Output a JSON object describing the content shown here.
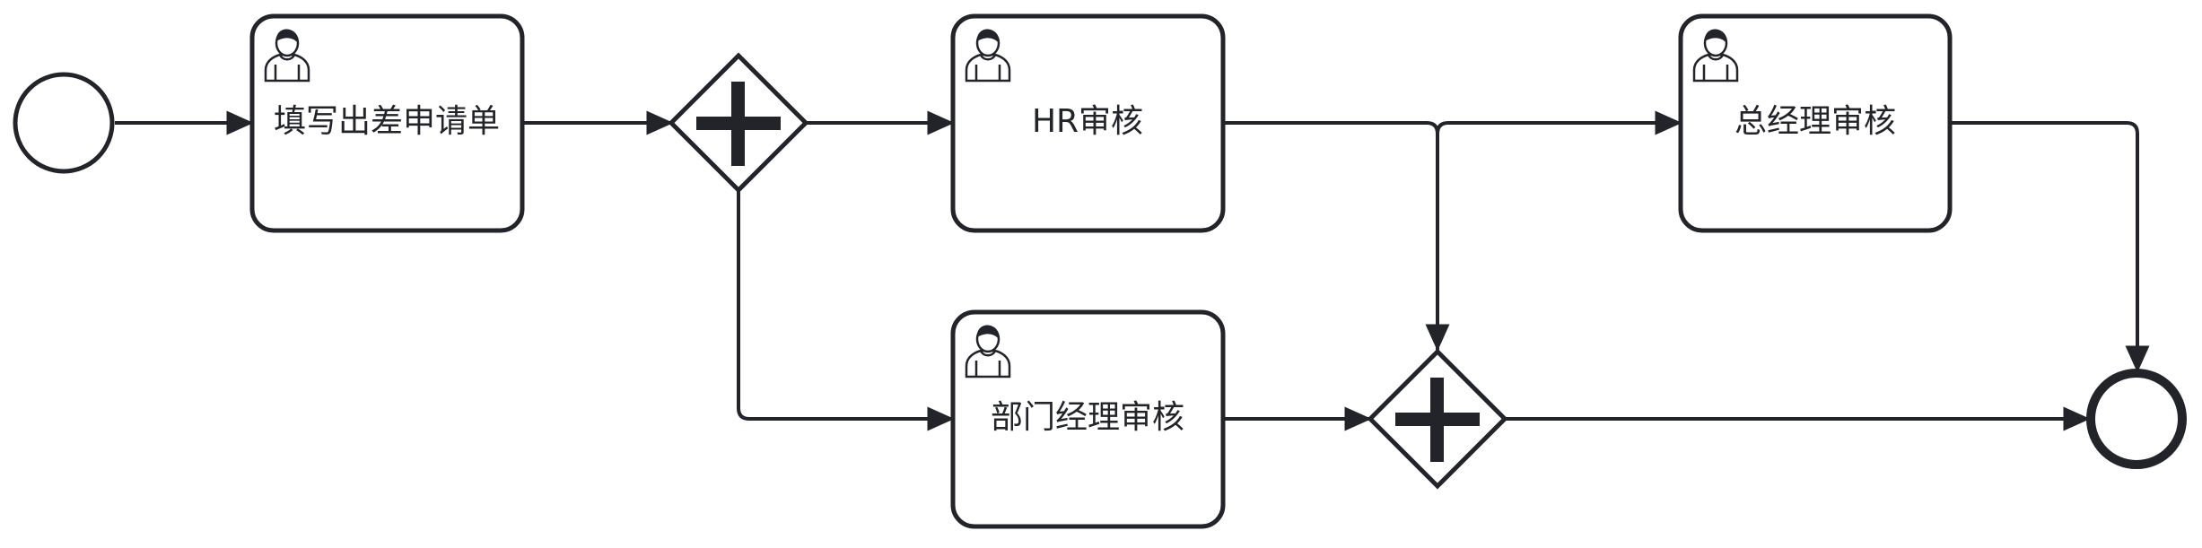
{
  "diagram": {
    "type": "bpmn-process",
    "colors": {
      "stroke": "#22242a",
      "fill": "#ffffff"
    },
    "start_event": {
      "icon": "start-event-circle"
    },
    "end_event": {
      "icon": "end-event-circle"
    },
    "tasks": [
      {
        "id": "fill_request",
        "label": "填写出差申请单",
        "icon": "user-icon"
      },
      {
        "id": "hr_review",
        "label": "HR审核",
        "icon": "user-icon"
      },
      {
        "id": "dept_manager_review",
        "label": "部门经理审核",
        "icon": "user-icon"
      },
      {
        "id": "gm_review",
        "label": "总经理审核",
        "icon": "user-icon"
      }
    ],
    "gateways": [
      {
        "id": "split_gateway",
        "kind": "parallel",
        "icon": "plus-icon"
      },
      {
        "id": "join_gateway",
        "kind": "parallel",
        "icon": "plus-icon"
      }
    ],
    "flows": [
      {
        "from": "start",
        "to": "fill_request"
      },
      {
        "from": "fill_request",
        "to": "split_gateway"
      },
      {
        "from": "split_gateway",
        "to": "hr_review"
      },
      {
        "from": "split_gateway",
        "to": "dept_manager_review"
      },
      {
        "from": "hr_review",
        "to": "join_gateway"
      },
      {
        "from": "dept_manager_review",
        "to": "join_gateway"
      },
      {
        "from": "join_gateway",
        "to": "end"
      },
      {
        "from": "hr_review",
        "to": "gm_review"
      },
      {
        "from": "gm_review",
        "to": "end"
      }
    ]
  }
}
